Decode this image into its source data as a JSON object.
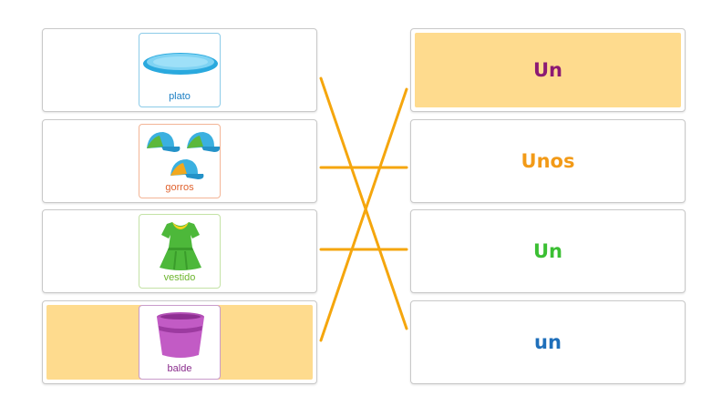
{
  "colors": {
    "selected_background": "#fedb8e",
    "connector_line": "#f5a60d"
  },
  "left_items": [
    {
      "label": "plato",
      "icon": "plate-icon",
      "label_color": "#1c7fc4",
      "border_color": "#8ccbe8"
    },
    {
      "label": "gorros",
      "icon": "caps-icon",
      "label_color": "#e0632f",
      "border_color": "#f3b596"
    },
    {
      "label": "vestido",
      "icon": "dress-icon",
      "label_color": "#6cb52d",
      "border_color": "#c4e2a6"
    },
    {
      "label": "balde",
      "icon": "bucket-icon",
      "label_color": "#8a2c8d",
      "border_color": "#c99bcb"
    }
  ],
  "right_items": [
    {
      "text": "Un",
      "color": "#8c1a74"
    },
    {
      "text": "Unos",
      "color": "#f29a17"
    },
    {
      "text": "Un",
      "color": "#3bbf33"
    },
    {
      "text": "un",
      "color": "#1f6fba"
    }
  ]
}
